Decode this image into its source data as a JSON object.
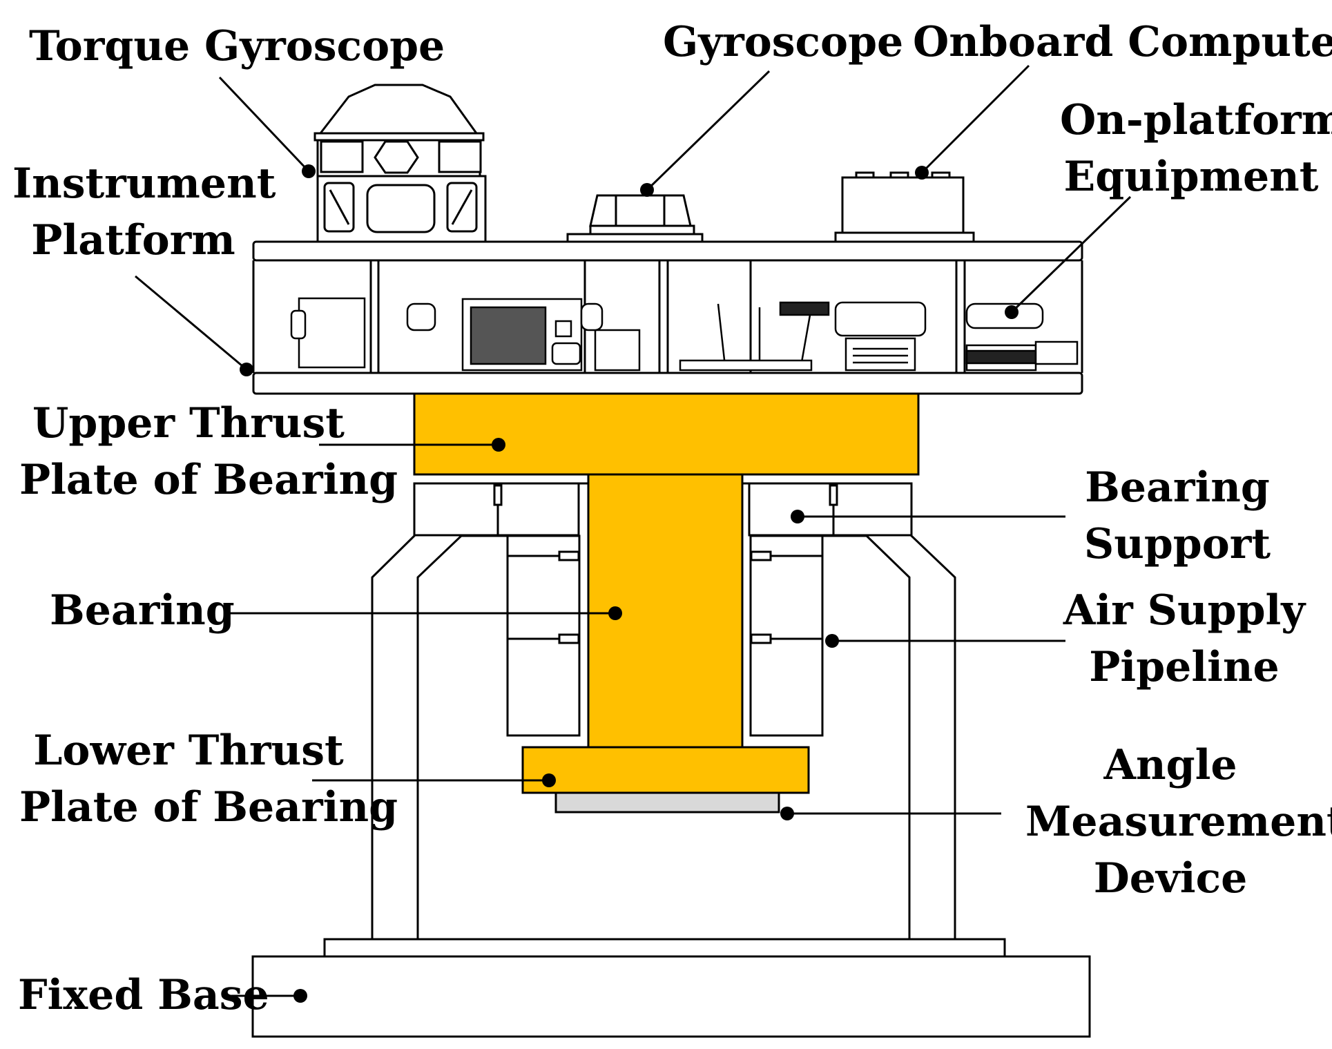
{
  "labels": {
    "torque_gyroscope": "Torque Gyroscope",
    "gyroscope": "Gyroscope",
    "onboard_computer": "Onboard Computer",
    "on_platform_equipment": [
      "On-platform",
      "Equipment"
    ],
    "instrument_platform": [
      "Instrument",
      "Platform"
    ],
    "upper_thrust_plate": [
      "Upper Thrust",
      "Plate of Bearing"
    ],
    "bearing_support": [
      "Bearing",
      "Support"
    ],
    "bearing": "Bearing",
    "air_supply_pipeline": [
      "Air Supply",
      "Pipeline"
    ],
    "lower_thrust_plate": [
      "Lower Thrust",
      "Plate of Bearing"
    ],
    "angle_measurement_device": [
      "Angle",
      "Measurement",
      "Device"
    ],
    "fixed_base": "Fixed Base"
  },
  "colors": {
    "bearing_parts": "#FFC000",
    "angle_device": "#D9D9D9",
    "outline": "#000000"
  }
}
